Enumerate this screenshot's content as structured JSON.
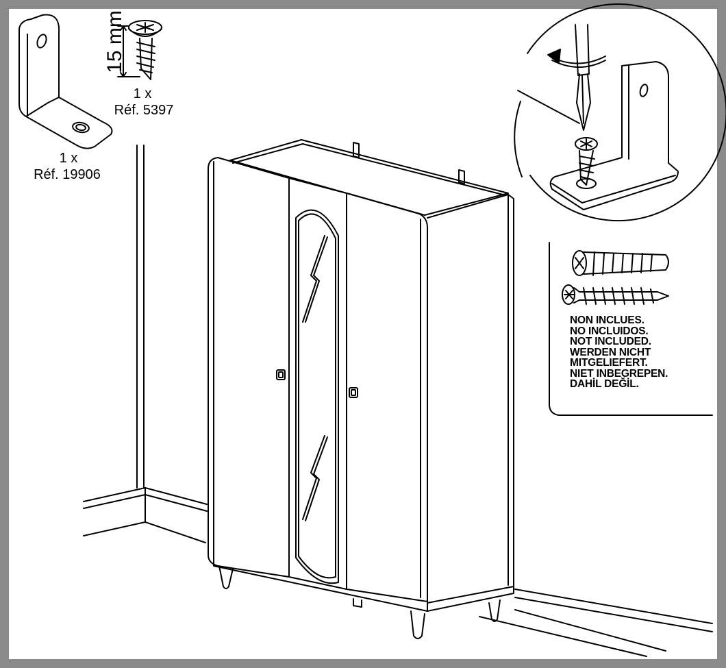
{
  "screw": {
    "length": "15 mm",
    "quantity": "1 x",
    "reference": "Réf. 5397",
    "icon": "screw-icon"
  },
  "bracket": {
    "quantity": "1 x",
    "reference": "Réf. 19906",
    "icon": "l-bracket-icon"
  },
  "notice": {
    "lines": [
      "NON INCLUES.",
      "NO INCLUIDOS.",
      "NOT INCLUDED.",
      "WERDEN NICHT",
      "MITGELIEFERT.",
      "NIET INBEGREPEN.",
      "DAHİL DEĞİL."
    ],
    "icons": [
      "wall-plug-icon",
      "wall-screw-icon"
    ]
  },
  "colors": {
    "frame": "#8a8a8a",
    "line": "#000000",
    "background": "#ffffff"
  }
}
